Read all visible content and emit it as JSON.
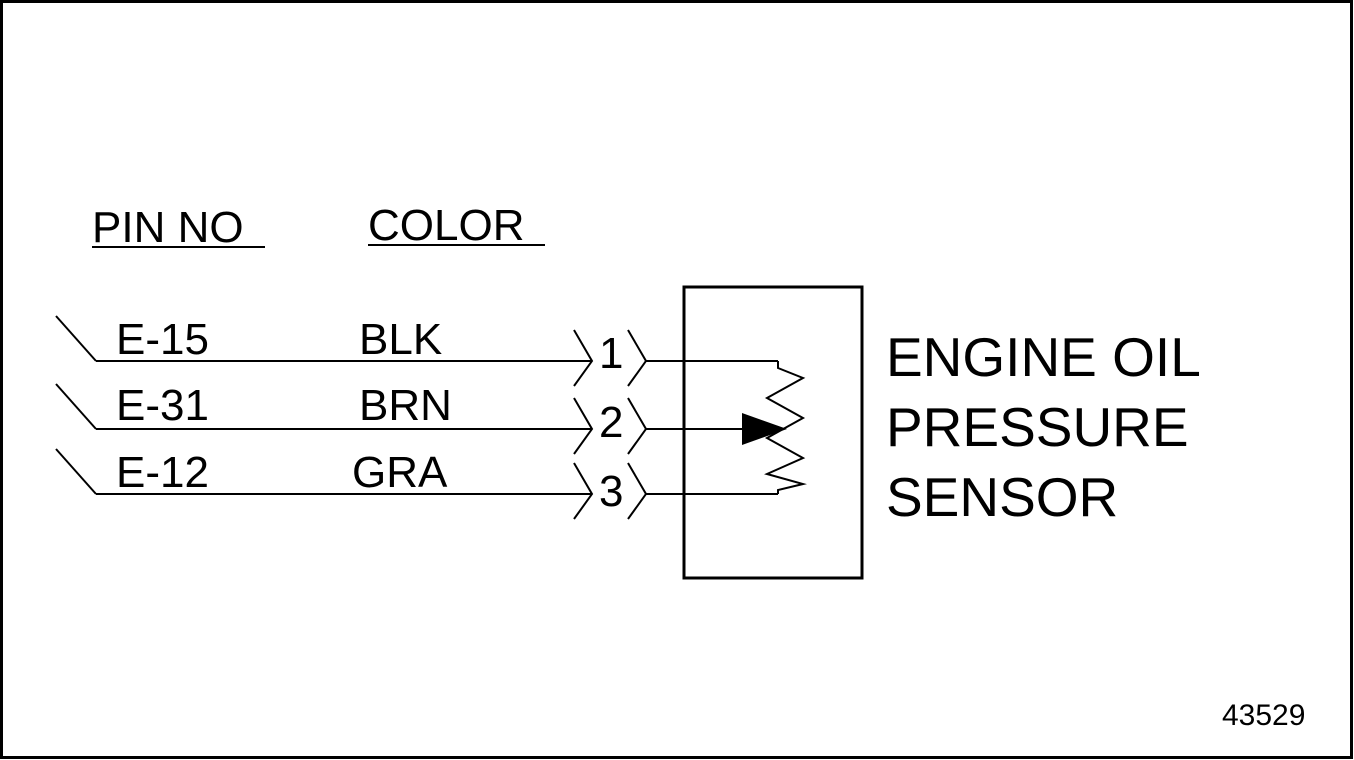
{
  "headers": {
    "pin_no": "PIN NO",
    "color": "COLOR"
  },
  "wires": [
    {
      "pin": "E-15",
      "color": "BLK",
      "terminal": "1"
    },
    {
      "pin": "E-31",
      "color": "BRN",
      "terminal": "2"
    },
    {
      "pin": "E-12",
      "color": "GRA",
      "terminal": "3"
    }
  ],
  "sensor": {
    "line1": "ENGINE OIL",
    "line2": "PRESSURE",
    "line3": "SENSOR"
  },
  "figure_number": "43529"
}
